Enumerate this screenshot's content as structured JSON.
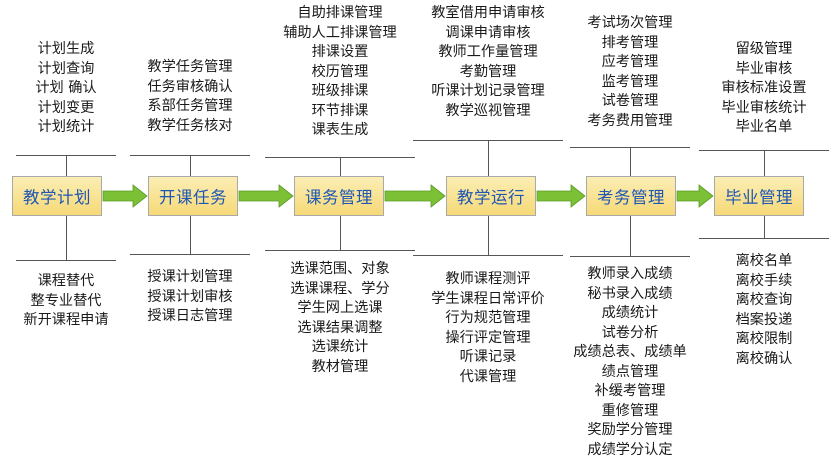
{
  "stages": [
    {
      "name": "教学计划",
      "top_items": [
        "计划生成",
        "计划查询",
        "计划 确认",
        "计划变更",
        "计划统计"
      ],
      "bottom_items": [
        "课程替代",
        "整专业替代",
        "新开课程申请"
      ]
    },
    {
      "name": "开课任务",
      "top_items": [
        "教学任务管理",
        "任务审核确认",
        "系部任务管理",
        "教学任务核对"
      ],
      "bottom_items": [
        "授课计划管理",
        "授课计划审核",
        "授课日志管理"
      ]
    },
    {
      "name": "课务管理",
      "top_items": [
        "自助排课管理",
        "辅助人工排课管理",
        "排课设置",
        "校历管理",
        "班级排课",
        "环节排课",
        "课表生成"
      ],
      "bottom_items": [
        "选课范围、对象",
        "选课课程、学分",
        "学生网上选课",
        "选课结果调整",
        "选课统计",
        "教材管理"
      ]
    },
    {
      "name": "教学运行",
      "top_items": [
        "教室借用申请审核",
        "调课申请审核",
        "教师工作量管理",
        "考勤管理",
        "听课计划记录管理",
        "教学巡视管理"
      ],
      "bottom_items": [
        "教师课程测评",
        "学生课程日常评价",
        "行为规范管理",
        "操行评定管理",
        "听课记录",
        "代课管理"
      ]
    },
    {
      "name": "考务管理",
      "top_items": [
        "考试场次管理",
        "排考管理",
        "应考管理",
        "监考管理",
        "试卷管理",
        "考务费用管理"
      ],
      "bottom_items": [
        "教师录入成绩",
        "秘书录入成绩",
        "成绩统计",
        "试卷分析",
        "成绩总表、成绩单",
        "绩点管理",
        "补缓考管理",
        "重修管理",
        "奖励学分管理",
        "成绩学分认定"
      ]
    },
    {
      "name": "毕业管理",
      "top_items": [
        "留级管理",
        "毕业审核",
        "审核标准设置",
        "毕业审核统计",
        "毕业名单"
      ],
      "bottom_items": [
        "离校名单",
        "离校手续",
        "离校查询",
        "档案投递",
        "离校限制",
        "离校确认"
      ]
    }
  ],
  "colors": {
    "box_fill_top": "#fbeeb4",
    "box_fill_bottom": "#f6d977",
    "box_text": "#1f56b4",
    "arrow": "#7cc036",
    "arrow_stroke": "#5e9a28",
    "line": "#555555"
  }
}
